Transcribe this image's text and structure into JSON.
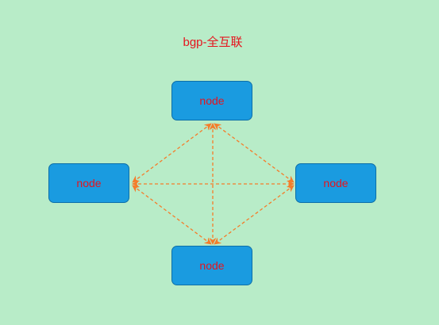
{
  "title": "bgp-全互联",
  "nodes": [
    {
      "id": "top",
      "label": "node"
    },
    {
      "id": "left",
      "label": "node"
    },
    {
      "id": "right",
      "label": "node"
    },
    {
      "id": "bottom",
      "label": "node"
    }
  ],
  "edges": [
    {
      "from": "top",
      "to": "left",
      "style": "dashed",
      "arrows": "both"
    },
    {
      "from": "top",
      "to": "right",
      "style": "dashed",
      "arrows": "both"
    },
    {
      "from": "top",
      "to": "bottom",
      "style": "dashed",
      "arrows": "both"
    },
    {
      "from": "left",
      "to": "right",
      "style": "dashed",
      "arrows": "both"
    },
    {
      "from": "left",
      "to": "bottom",
      "style": "dashed",
      "arrows": "both"
    },
    {
      "from": "right",
      "to": "bottom",
      "style": "dashed",
      "arrows": "both"
    }
  ],
  "colors": {
    "background": "#b8ecc8",
    "node_fill": "#1a9be0",
    "node_border": "#0d6fa8",
    "text": "#e6141e",
    "edge": "#f57c2a"
  }
}
